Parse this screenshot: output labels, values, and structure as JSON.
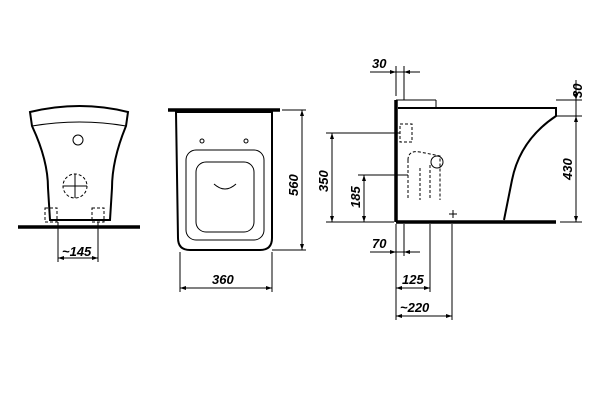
{
  "drawing": {
    "front_view": {
      "width_label": "~145"
    },
    "top_view": {
      "width_label": "360",
      "depth_label": "560"
    },
    "side_view": {
      "top_offset_label": "30",
      "rim_thickness_label": "30",
      "height_label": "430",
      "inlet_height_label": "350",
      "outlet_height_label": "185",
      "outlet_offset_label": "70",
      "outlet_center_label": "125",
      "floor_depth_label": "~220"
    }
  }
}
